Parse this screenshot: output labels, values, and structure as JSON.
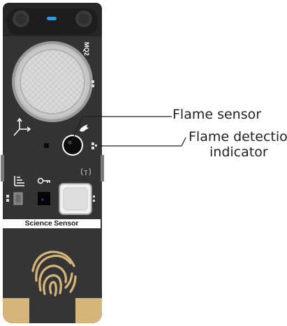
{
  "board": {
    "sensor_chip_label": "MQ2",
    "banner_label": "Science Sensor"
  },
  "callouts": {
    "flame_sensor": "Flame sensor",
    "flame_detection_indicator_line1": "Flame detection",
    "flame_detection_indicator_line2": "indicator"
  },
  "colors": {
    "board_body": "#333333",
    "board_top": "#2a2a2a",
    "gold_pad": "#d6b57a",
    "blue_led": "#2f9be0",
    "banner_bg": "#ffffff"
  }
}
